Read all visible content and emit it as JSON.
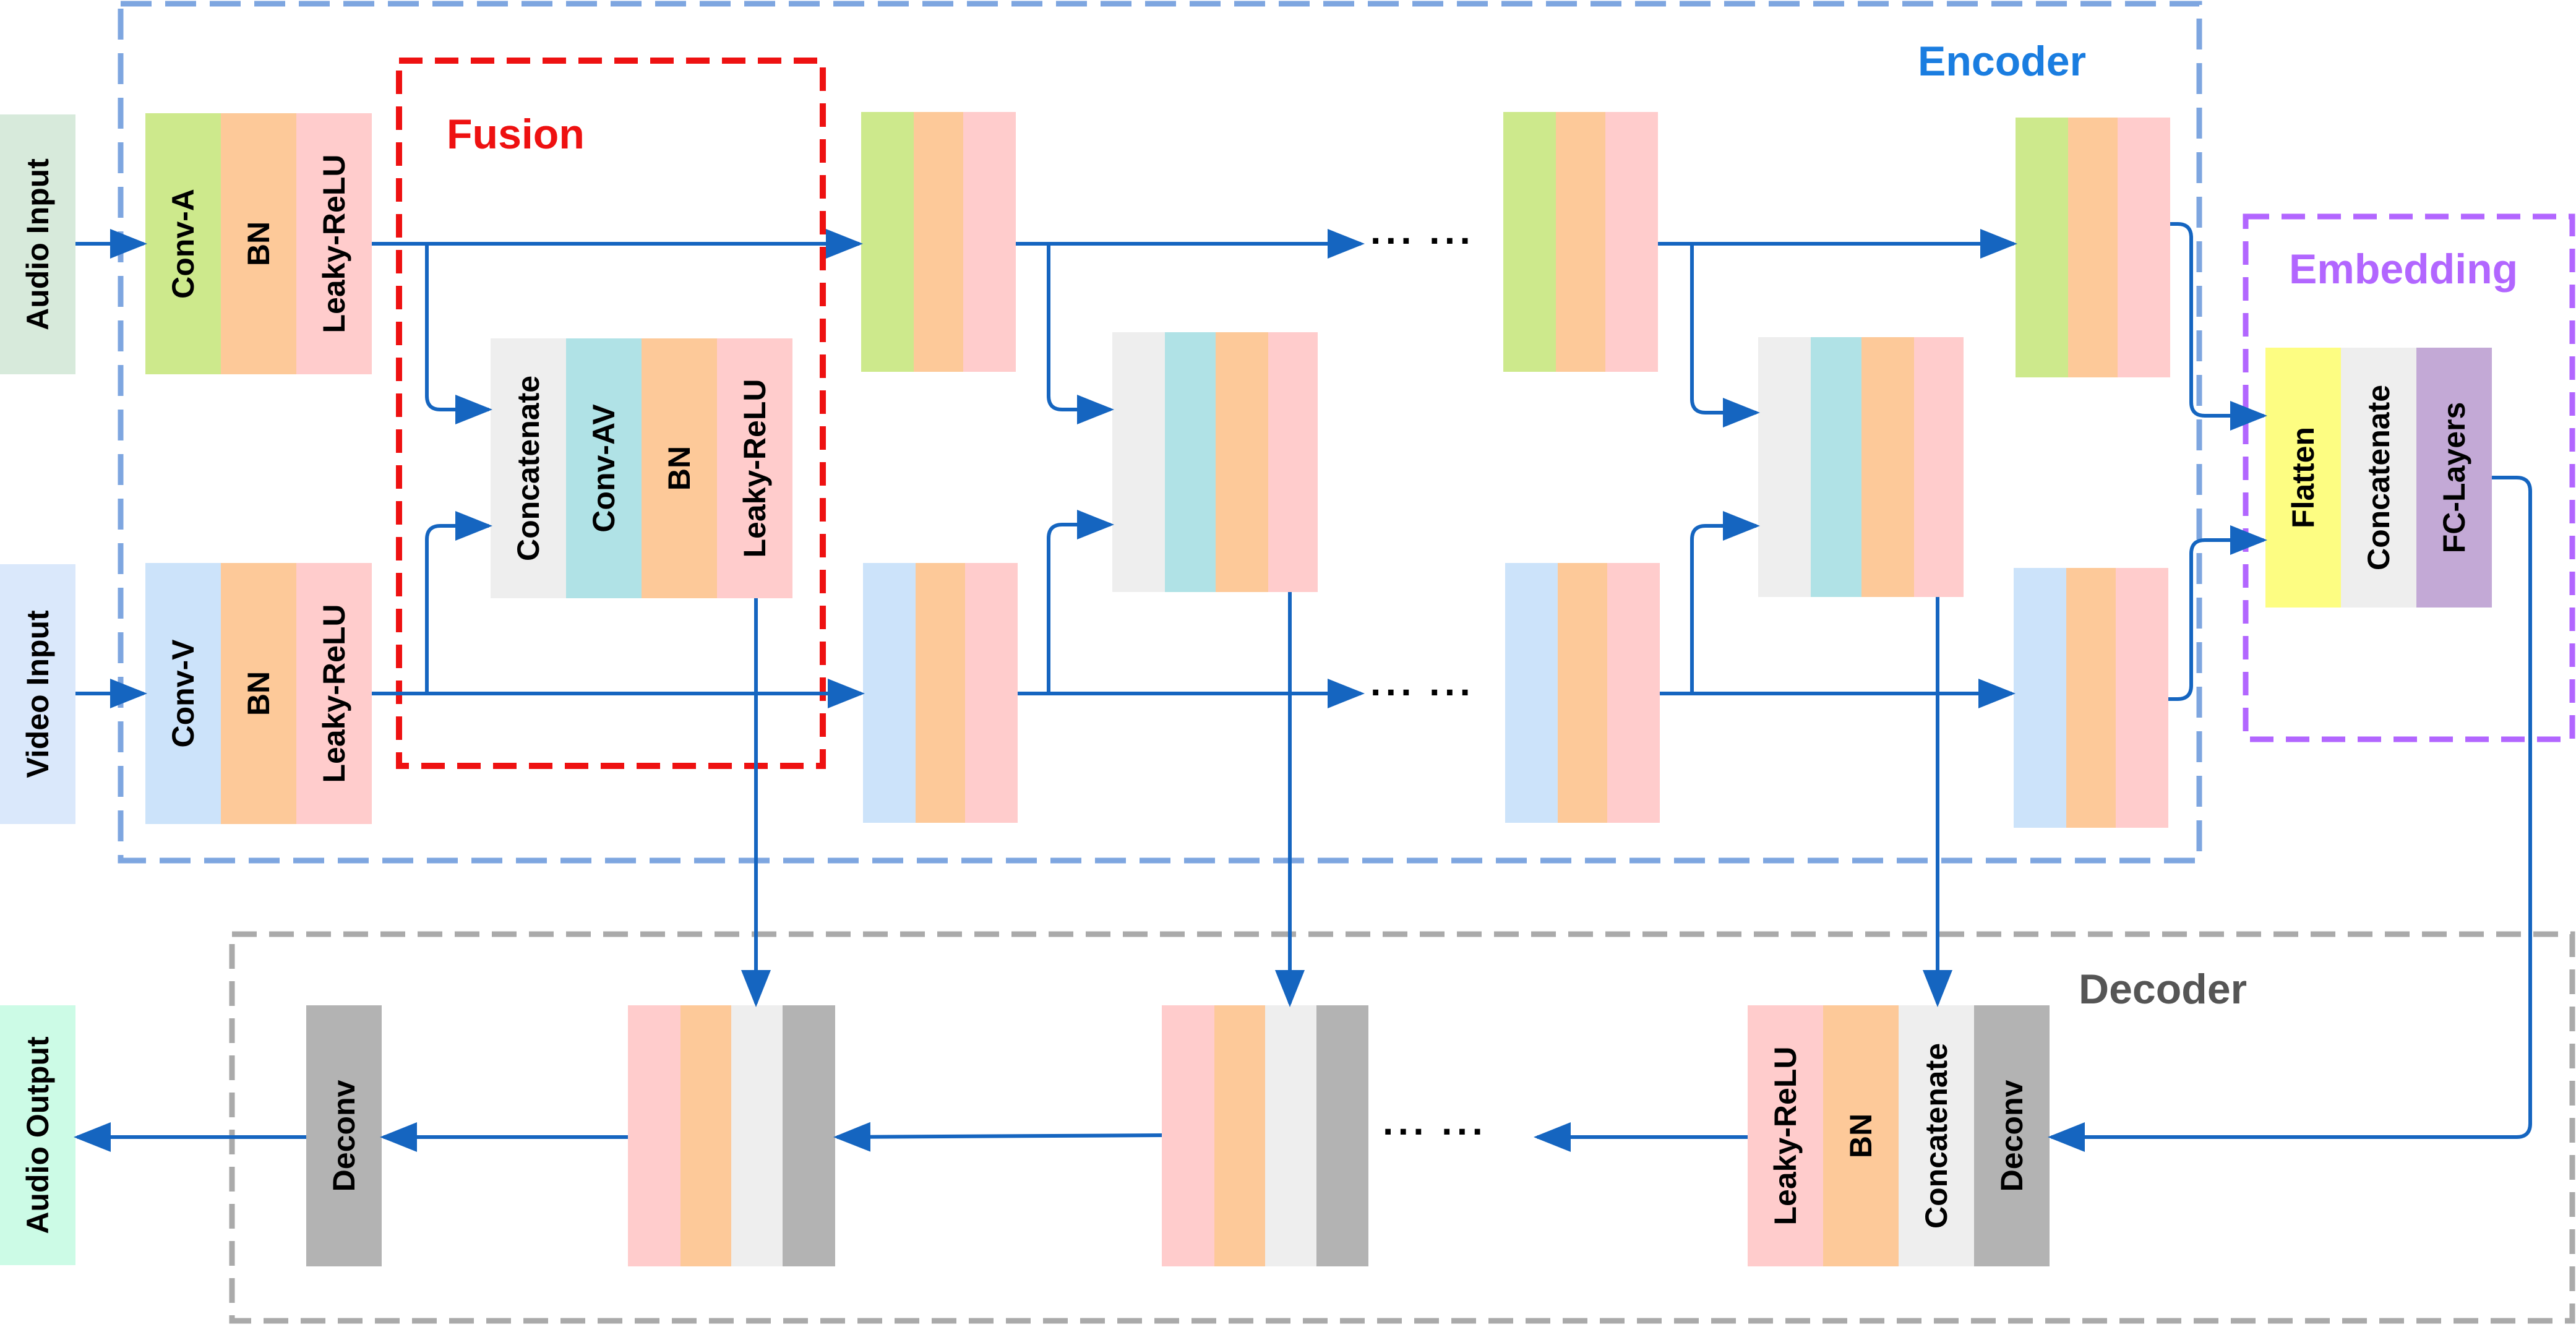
{
  "colors": {
    "conv_audio": "#cde98c",
    "batch_norm": "#fdc999",
    "leaky_relu": "#ffcccc",
    "conv_video": "#cce3fa",
    "conv_av": "#b0e2e6",
    "concatenate": "#eeeeee",
    "deconv": "#b3b3b3",
    "flatten": "#fdfd82",
    "fc_layers": "#c3a9d6",
    "audio_input": "#d7eadb",
    "video_input": "#dae8fb",
    "audio_output": "#ccfbe6",
    "encoder_border": "#7ea6e0",
    "fusion_border": "#ee1111",
    "embedding_border": "#b266ff",
    "decoder_border": "#aaaaaa",
    "arrow": "#1565c0",
    "encoder_title": "#1a7de0",
    "fusion_title": "#ee1111",
    "embedding_title": "#b266ff",
    "decoder_title": "#555555"
  },
  "sections": {
    "encoder": "Encoder",
    "fusion": "Fusion",
    "embedding": "Embedding",
    "decoder": "Decoder"
  },
  "inputs": {
    "audio": "Audio Input",
    "video": "Video Input"
  },
  "output": {
    "audio": "Audio Output"
  },
  "layers": {
    "conv_a": "Conv-A",
    "conv_v": "Conv-V",
    "conv_av": "Conv-AV",
    "bn": "BN",
    "leaky_relu": "Leaky-ReLU",
    "concatenate": "Concatenate",
    "flatten": "Flatten",
    "fc_layers": "FC-Layers",
    "deconv": "Deconv"
  },
  "ellipsis": "··· ···"
}
